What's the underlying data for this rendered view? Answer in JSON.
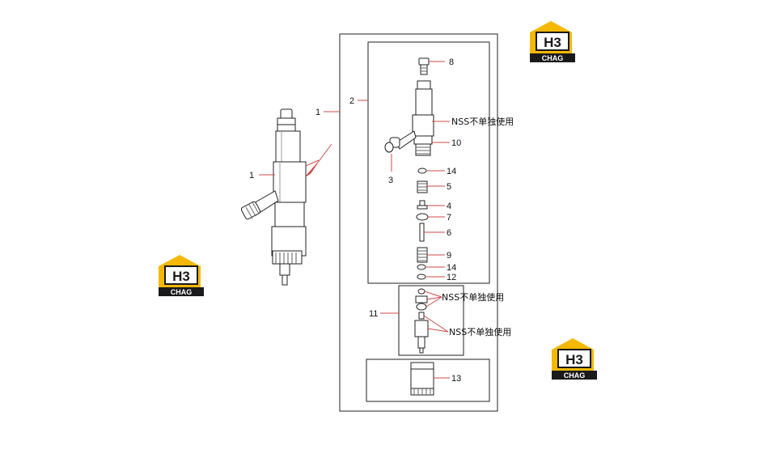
{
  "colors": {
    "leader": "#d04a4a",
    "line": "#222222",
    "logo_yellow": "#f5b800",
    "logo_dark": "#1a1a1a"
  },
  "logos": [
    {
      "mark": "H3",
      "sub": "CHAG"
    },
    {
      "mark": "H3",
      "sub": "CHAG"
    },
    {
      "mark": "H3",
      "sub": "CHAG"
    }
  ],
  "callouts": {
    "assembly": "1",
    "assembly_inner": "1",
    "injector_body": "2",
    "o_ring": "3",
    "part_4": "4",
    "spring_5": "5",
    "rod_6": "6",
    "part_7": "7",
    "bolt_8": "8",
    "spring_9": "9",
    "part_10": "10",
    "nozzle_group": "11",
    "washer_12": "12",
    "nut_13": "13",
    "washer_14_top": "14",
    "washer_14_bottom": "14"
  },
  "notes": {
    "nss_body": "NSS不单独使用",
    "nss_nozzle_top": "NSS不单独使用",
    "nss_nozzle_bottom": "NSS不单独使用"
  }
}
